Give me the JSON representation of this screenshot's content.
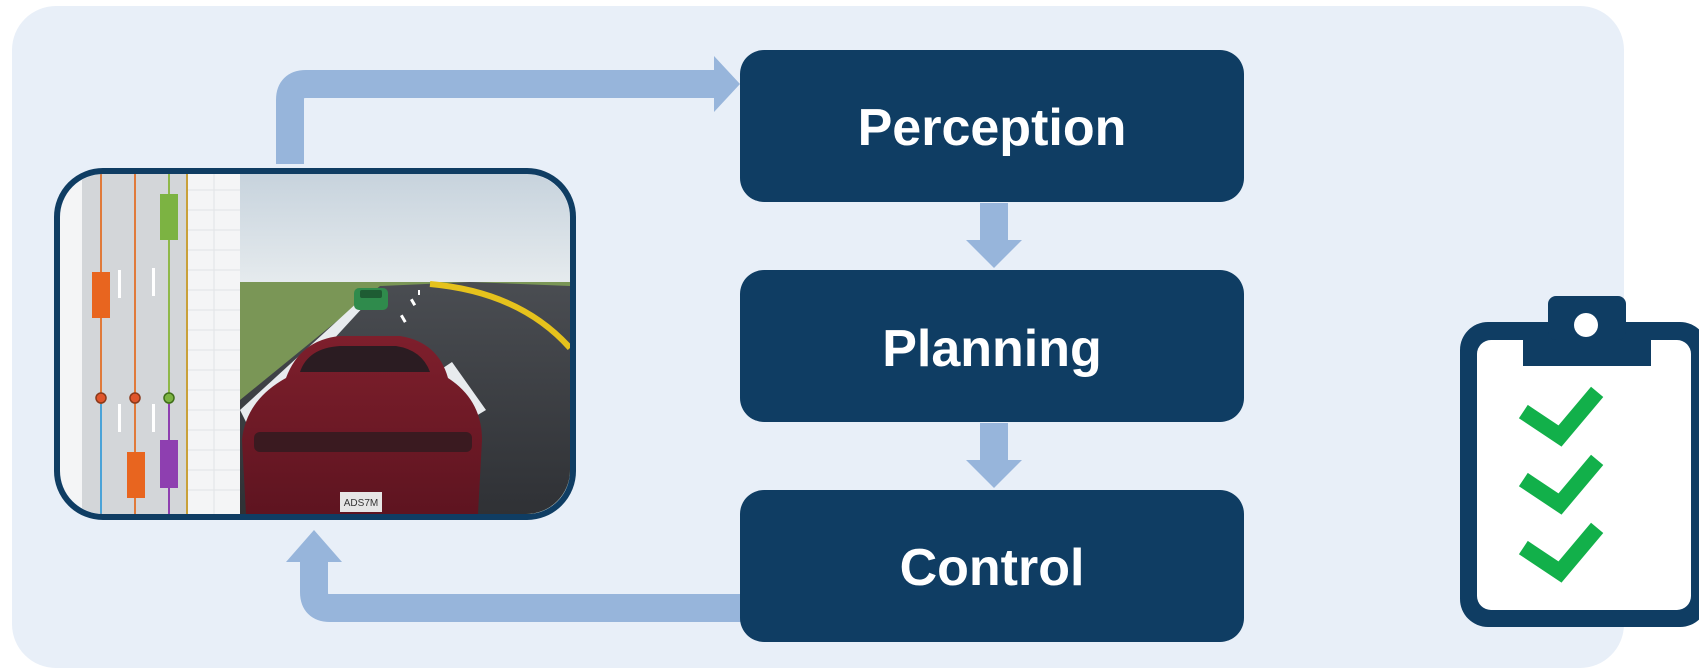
{
  "diagram": {
    "blocks": [
      {
        "id": "perception",
        "label": "Perception"
      },
      {
        "id": "planning",
        "label": "Planning"
      },
      {
        "id": "control",
        "label": "Control"
      }
    ],
    "flow": [
      "simulation",
      "perception",
      "planning",
      "control",
      "simulation"
    ],
    "simulation_view": {
      "scene": "road-with-cars",
      "license_plate_text": "ADS7M"
    },
    "checklist": {
      "checks": 3
    }
  },
  "colors": {
    "panel_bg": "#e8eff8",
    "block_fill": "#0f3d63",
    "arrow": "#97b5db",
    "check": "#12b04a",
    "frame": "#0f3d63"
  }
}
